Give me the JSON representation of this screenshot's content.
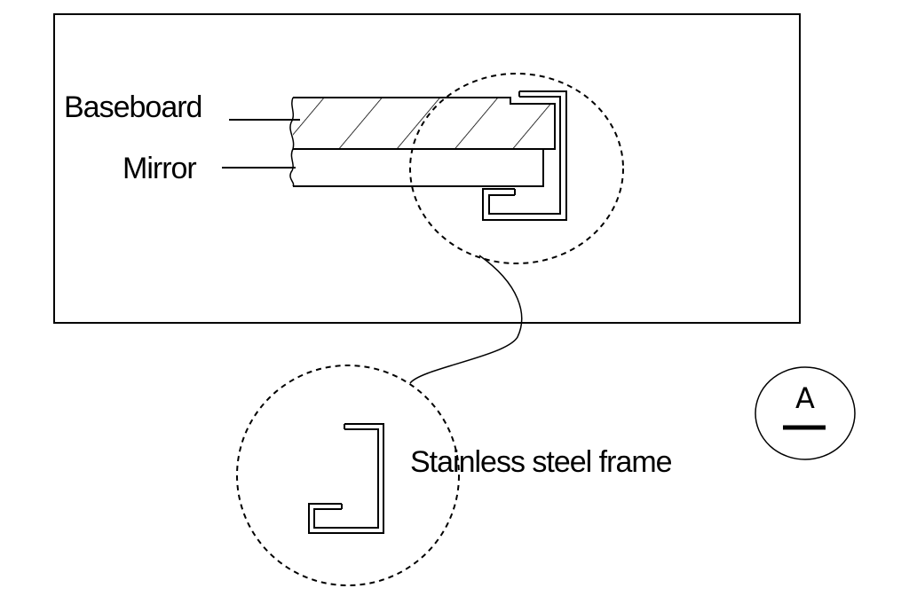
{
  "labels": {
    "baseboard": "Baseboard",
    "mirror": "Mirror",
    "frame": "Stainless steel frame",
    "section_marker": "A"
  },
  "colors": {
    "ink": "#000000",
    "background": "#ffffff"
  }
}
